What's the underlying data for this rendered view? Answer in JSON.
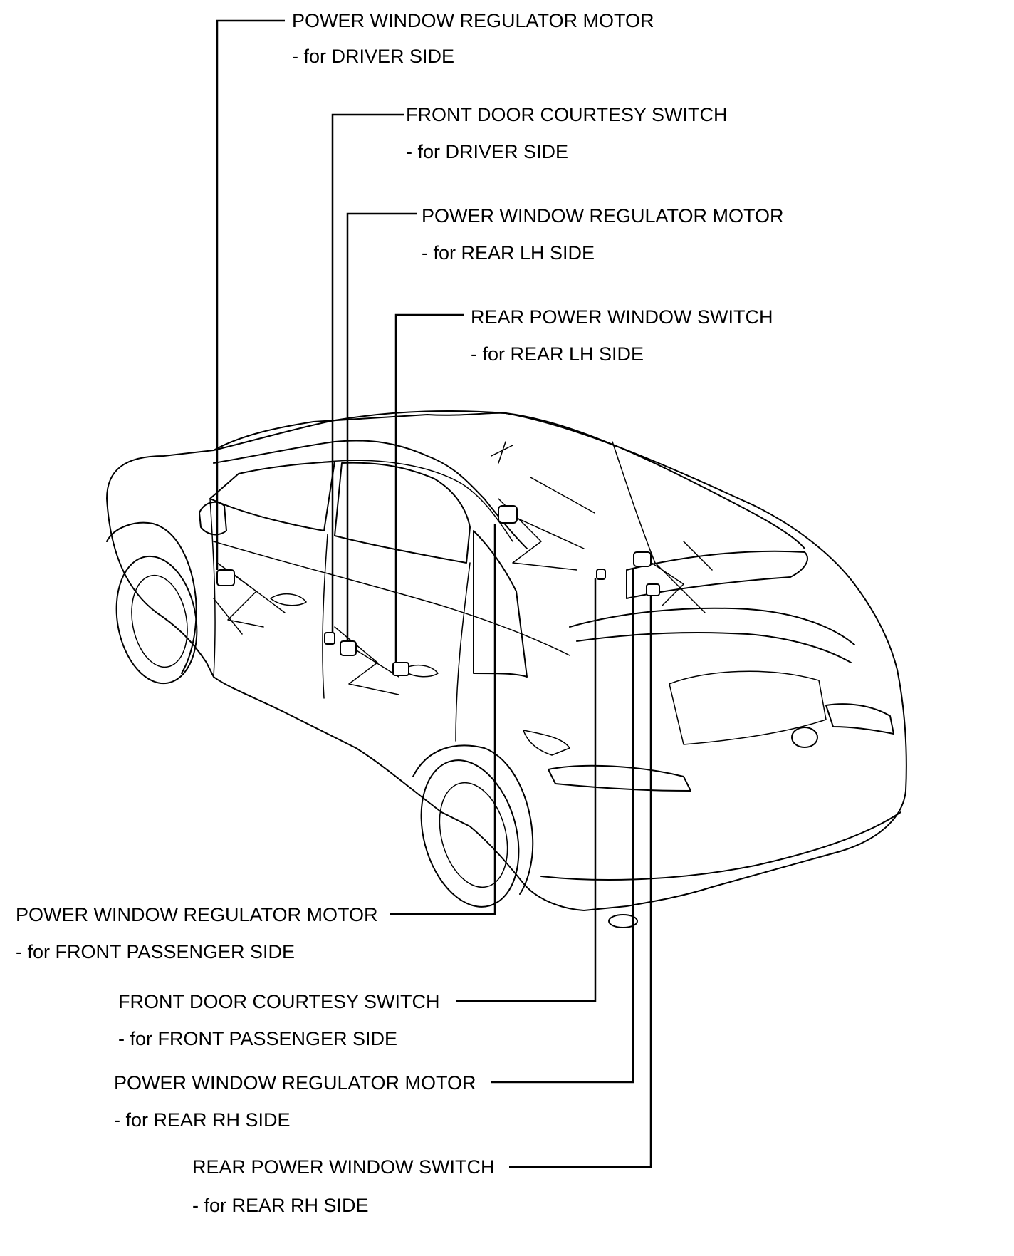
{
  "labels": [
    {
      "title": "POWER WINDOW REGULATOR MOTOR",
      "sub": "- for DRIVER SIDE"
    },
    {
      "title": "FRONT DOOR COURTESY SWITCH",
      "sub": "- for DRIVER SIDE"
    },
    {
      "title": "POWER WINDOW REGULATOR MOTOR",
      "sub": "- for REAR LH SIDE"
    },
    {
      "title": "REAR POWER WINDOW SWITCH",
      "sub": "- for REAR LH SIDE"
    },
    {
      "title": "POWER WINDOW REGULATOR MOTOR",
      "sub": "- for FRONT PASSENGER SIDE"
    },
    {
      "title": "FRONT DOOR COURTESY SWITCH",
      "sub": "- for FRONT PASSENGER SIDE"
    },
    {
      "title": "POWER WINDOW REGULATOR MOTOR",
      "sub": "- for REAR RH SIDE"
    },
    {
      "title": "REAR POWER WINDOW SWITCH",
      "sub": "- for REAR RH SIDE"
    }
  ]
}
